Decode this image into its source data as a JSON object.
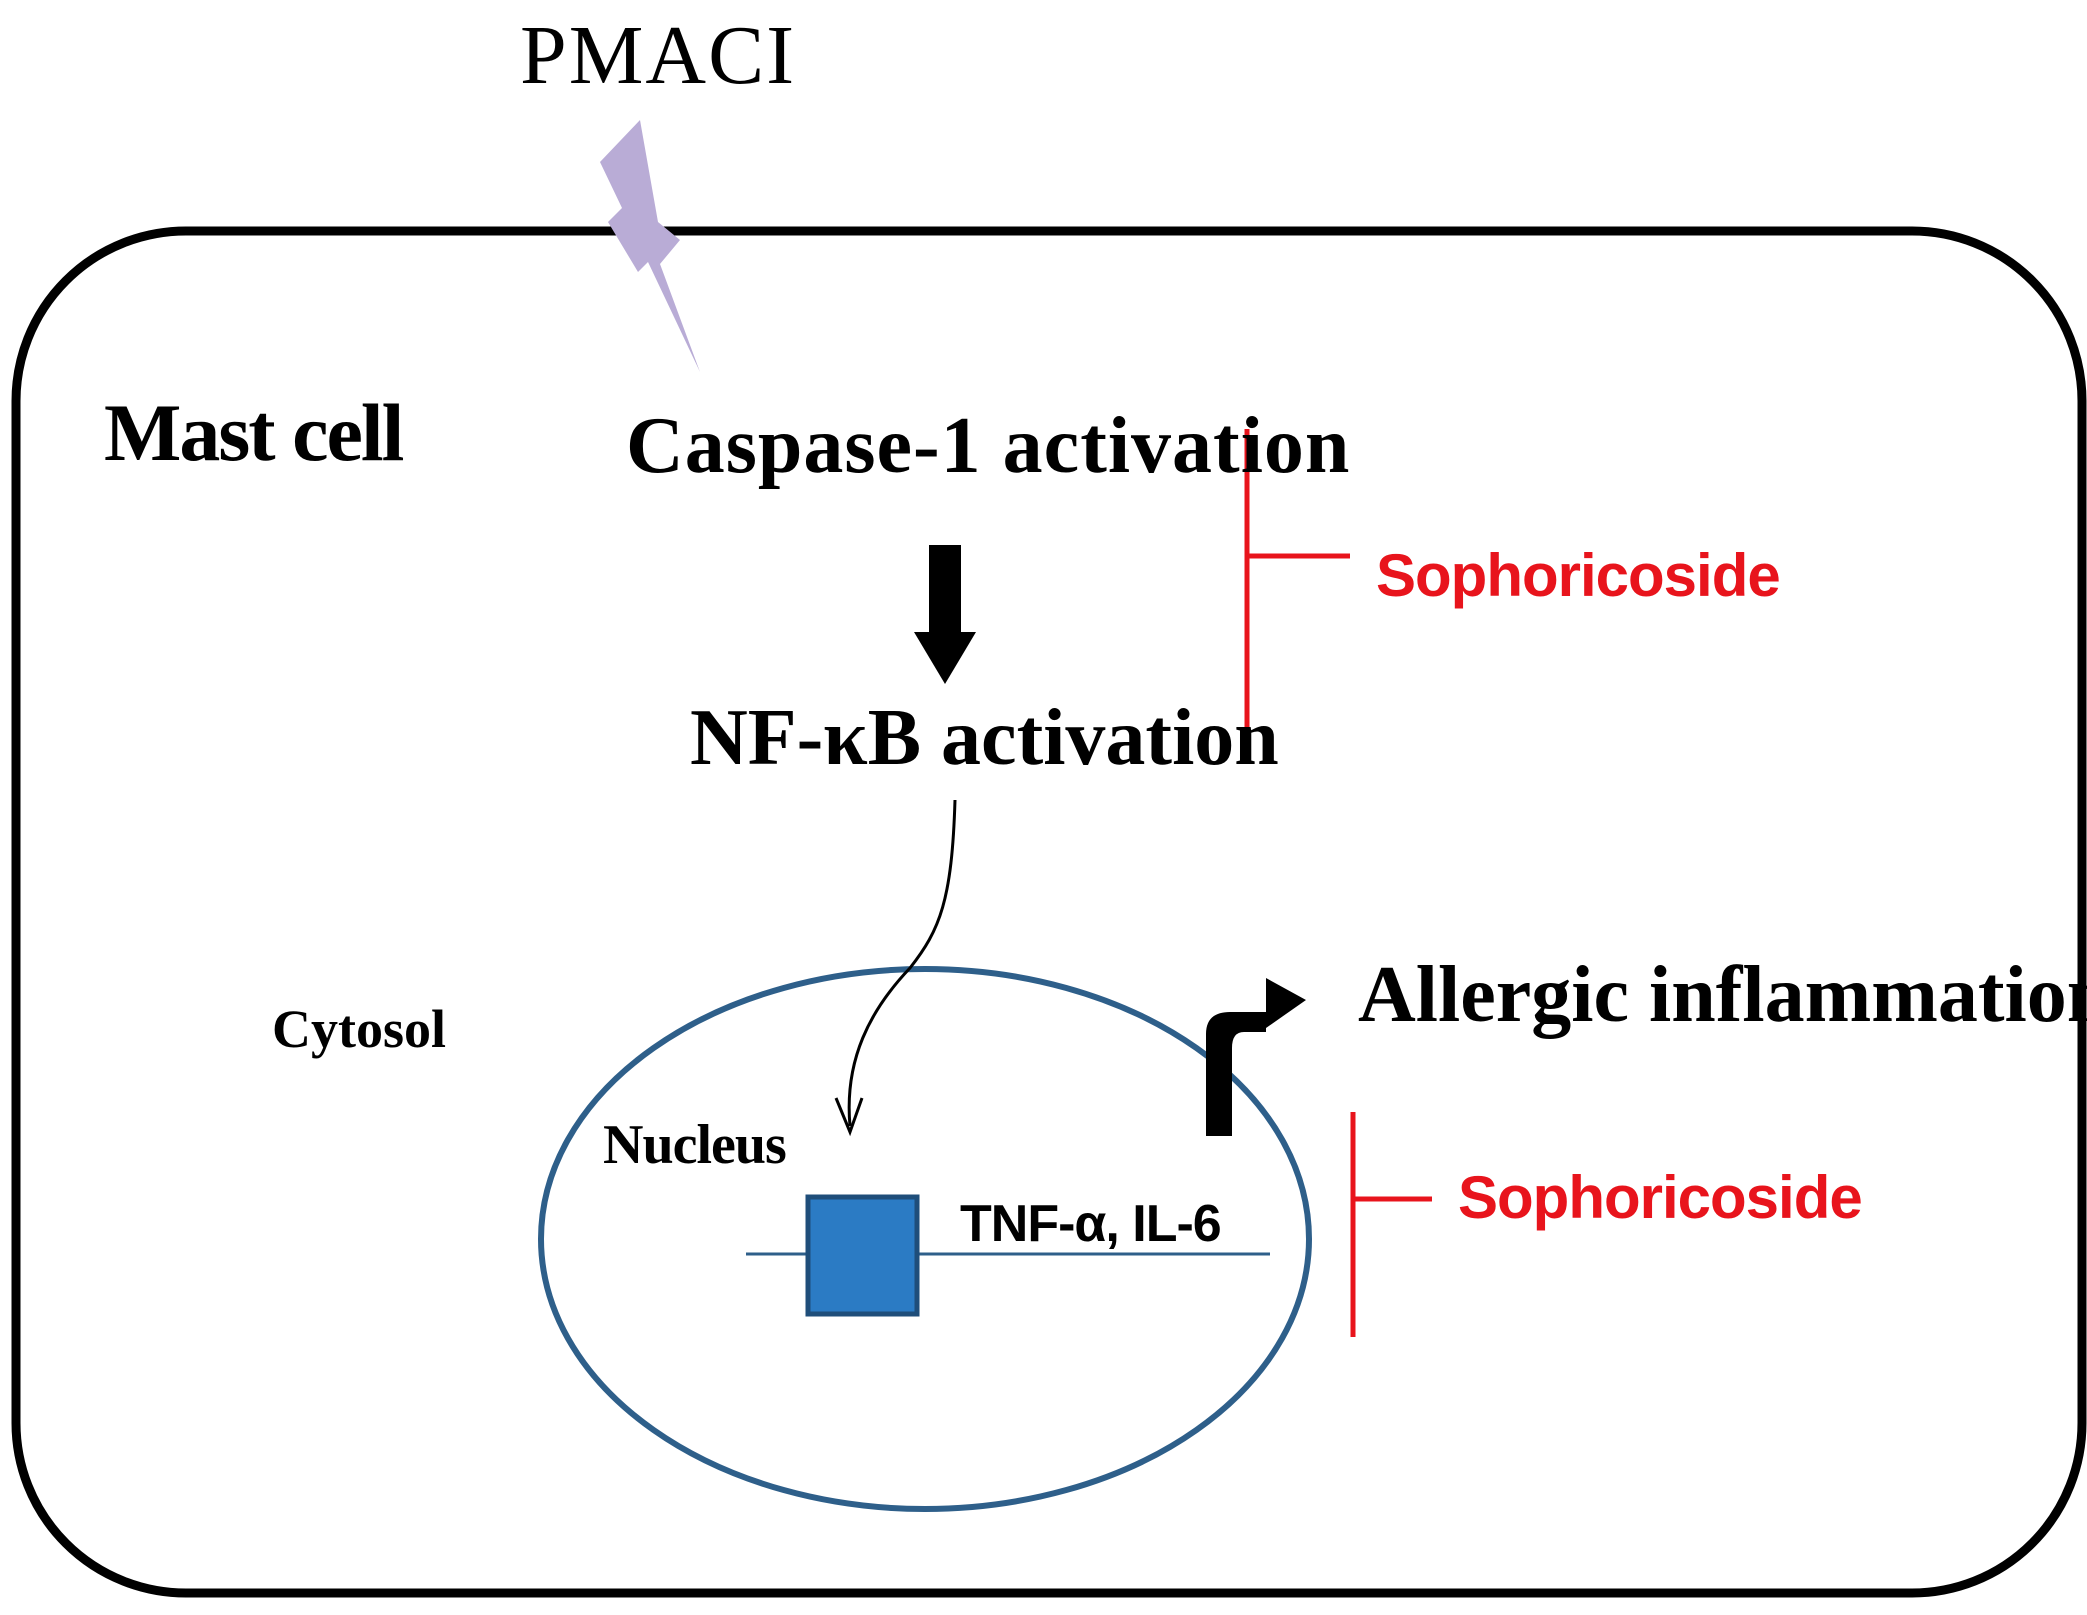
{
  "diagram": {
    "stimulus": "PMACI",
    "cell": "Mast cell",
    "step_1": "Caspase-1 activation",
    "step_2": "NF-κB activation",
    "compartment_cytosol": "Cytosol",
    "compartment_nucleus": "Nucleus",
    "genes": "TNF-α, IL-6",
    "outcome": "Allergic inflammation",
    "inhibitor_top": "Sophoricoside",
    "inhibitor_bottom": "Sophoricoside"
  },
  "colors": {
    "outline": "#000000",
    "nucleus_outline": "#2e5f8a",
    "gene_box": "#2b7bc4",
    "inhibition": "#e8141c",
    "stimulus_bolt": "#b9acd6"
  },
  "icons": {
    "stimulus": "lightning-bolt-icon",
    "flow": "arrow-down-icon",
    "translocation": "curved-arrow-icon",
    "output": "bent-arrow-icon",
    "inhibition": "inhibition-bar-icon"
  }
}
